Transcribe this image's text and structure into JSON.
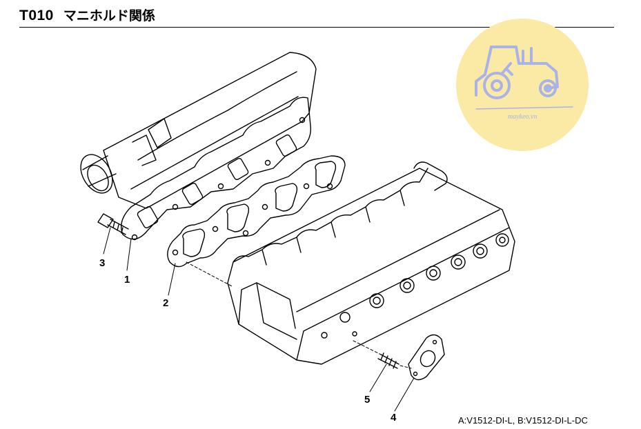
{
  "header": {
    "code": "T010",
    "title": "マニホルド関係"
  },
  "callouts": [
    "1",
    "2",
    "3",
    "4",
    "5"
  ],
  "footer": {
    "models": "A:V1512-DI-L,  B:V1512-DI-L-DC"
  },
  "watermark": {
    "text": "maykeo.vn",
    "icon": "tractor-logo-icon",
    "circle_color": "#fbe9a6",
    "line_color": "#a9b3e8"
  }
}
